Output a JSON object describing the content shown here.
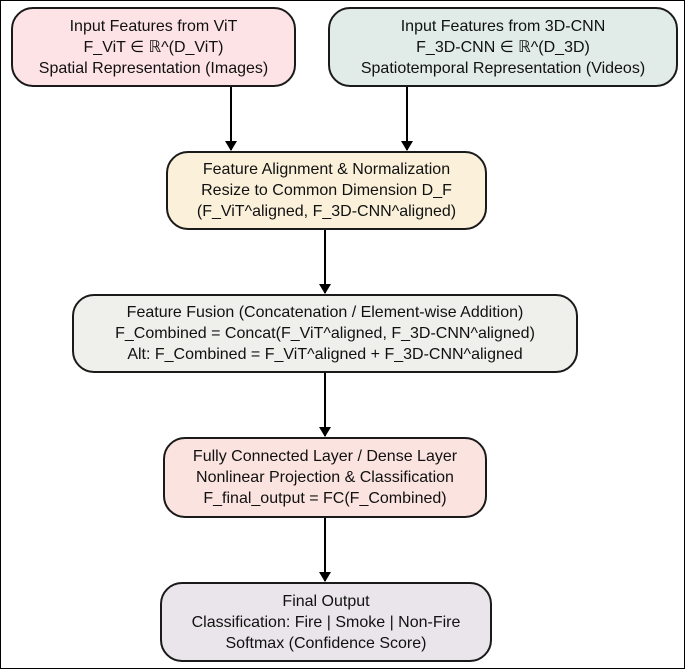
{
  "nodes": {
    "vit": {
      "lines": [
        "Input Features from ViT",
        "F_ViT ∈ ℝ^(D_ViT)",
        "Spatial Representation (Images)"
      ],
      "fill": "#fde3e6"
    },
    "cnn3d": {
      "lines": [
        "Input Features from 3D-CNN",
        "F_3D-CNN ∈ ℝ^(D_3D)",
        "Spatiotemporal Representation (Videos)"
      ],
      "fill": "#e1ebe8"
    },
    "align": {
      "lines": [
        "Feature Alignment & Normalization",
        "Resize to Common Dimension D_F",
        "(F_ViT^aligned, F_3D-CNN^aligned)"
      ],
      "fill": "#fbf1da"
    },
    "fusion": {
      "lines": [
        "Feature Fusion (Concatenation / Element-wise Addition)",
        "F_Combined = Concat(F_ViT^aligned, F_3D-CNN^aligned)",
        "Alt: F_Combined = F_ViT^aligned + F_3D-CNN^aligned"
      ],
      "fill": "#efefeb"
    },
    "fc": {
      "lines": [
        "Fully Connected Layer / Dense Layer",
        "Nonlinear Projection & Classification",
        "F_final_output = FC(F_Combined)"
      ],
      "fill": "#fbe3df"
    },
    "output": {
      "lines": [
        "Final Output",
        "Classification: Fire | Smoke | Non-Fire",
        "Softmax (Confidence Score)"
      ],
      "fill": "#e9e5ea"
    }
  },
  "edges": [
    {
      "from": "vit",
      "to": "align"
    },
    {
      "from": "cnn3d",
      "to": "align"
    },
    {
      "from": "align",
      "to": "fusion"
    },
    {
      "from": "fusion",
      "to": "fc"
    },
    {
      "from": "fc",
      "to": "output"
    }
  ]
}
